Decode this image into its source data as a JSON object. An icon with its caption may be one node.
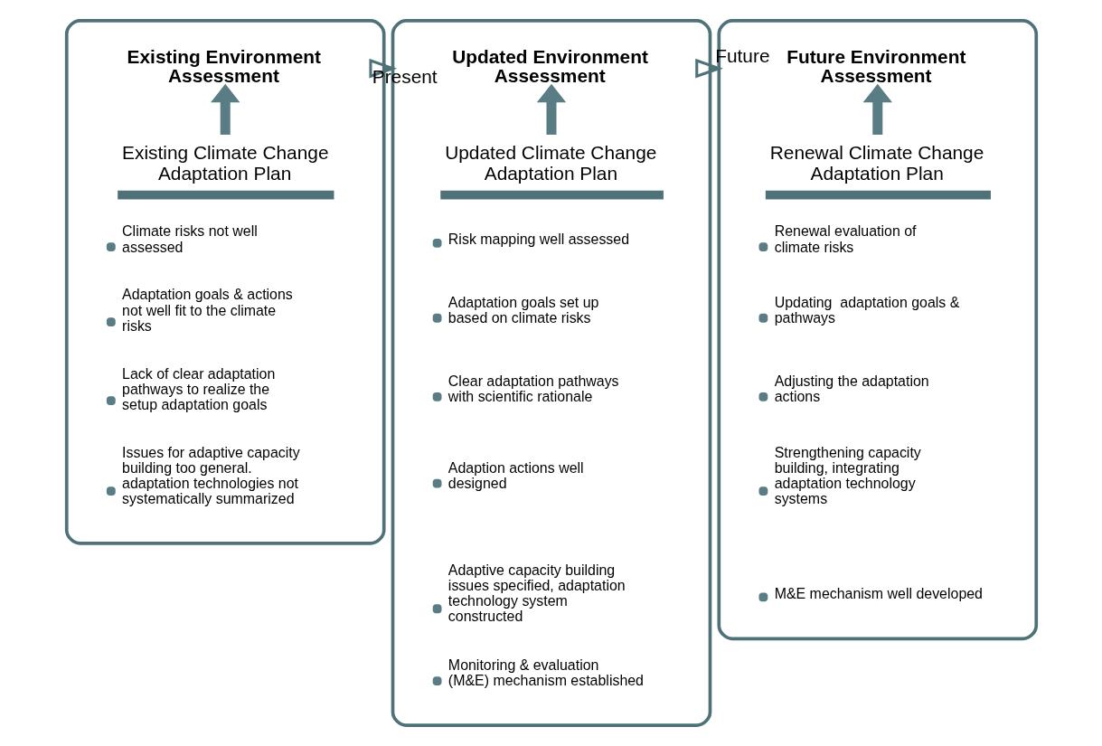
{
  "diagram": {
    "nodes": [
      {
        "text": [],
        "shape": "box"
      },
      {
        "text": [
          "Existing Environment Assessment"
        ],
        "in": 0
      },
      {
        "text": [
          "Existing Climate Change Adaptation Plan"
        ],
        "in": 0
      },
      {
        "text": [
          "Climate risks not well assessed"
        ],
        "in": 0
      },
      {
        "text": [
          "Adaptation goals & actions not well fit to the climate risks"
        ],
        "in": 0
      },
      {
        "text": [
          "Lack of clear adaptation pathways to realize the setup adaptation goals"
        ],
        "in": 0
      },
      {
        "text": [
          "Issues for adaptive capacity building too general. adaptation technologies not systematically summarized"
        ],
        "in": 0
      },
      {
        "text": [],
        "shape": "box"
      },
      {
        "text": [
          "Updated Environment Assessment"
        ],
        "in": 7
      },
      {
        "text": [
          "Updated Climate Change Adaptation Plan"
        ],
        "in": 7
      },
      {
        "text": [
          "Risk mapping well assessed"
        ],
        "in": 7
      },
      {
        "text": [
          "Adaptation goals set up based on climate risks"
        ],
        "in": 7
      },
      {
        "text": [
          "Clear adaptation pathways with scientific rationale"
        ],
        "in": 7
      },
      {
        "text": [
          "Adaption actions well designed"
        ],
        "in": 7
      },
      {
        "text": [
          "Adaptive capacity building issues specified, adaptation technology system constructed"
        ],
        "in": 7
      },
      {
        "text": [
          "Monitoring & evaluation (M&E) mechanism established"
        ],
        "in": 7
      },
      {
        "text": [],
        "shape": "box"
      },
      {
        "text": [
          "Future Environment Assessment"
        ],
        "in": 16
      },
      {
        "text": [
          "Renewal Climate Change Adaptation Plan"
        ],
        "in": 16
      },
      {
        "text": [
          "Renewal evaluation of climate risks"
        ],
        "in": 16
      },
      {
        "text": [
          "Updating  adaptation goals & pathways"
        ],
        "in": 16
      },
      {
        "text": [
          "Adjusting the adaptation actions"
        ],
        "in": 16
      },
      {
        "text": [
          "Strengthening capacity building, integrating adaptation technology systems"
        ],
        "in": 16
      },
      {
        "text": [
          "M&E mechanism well developed"
        ],
        "in": 16
      }
    ],
    "edges": [
      {
        "from": 2,
        "to": 1,
        "arrow": "to"
      },
      {
        "from": 0,
        "to": 7,
        "arrow": "to",
        "label": "Present"
      },
      {
        "from": 9,
        "to": 8,
        "arrow": "to"
      },
      {
        "from": 7,
        "to": 16,
        "arrow": "to",
        "label": "Future"
      },
      {
        "from": 18,
        "to": 17,
        "arrow": "to"
      }
    ]
  }
}
